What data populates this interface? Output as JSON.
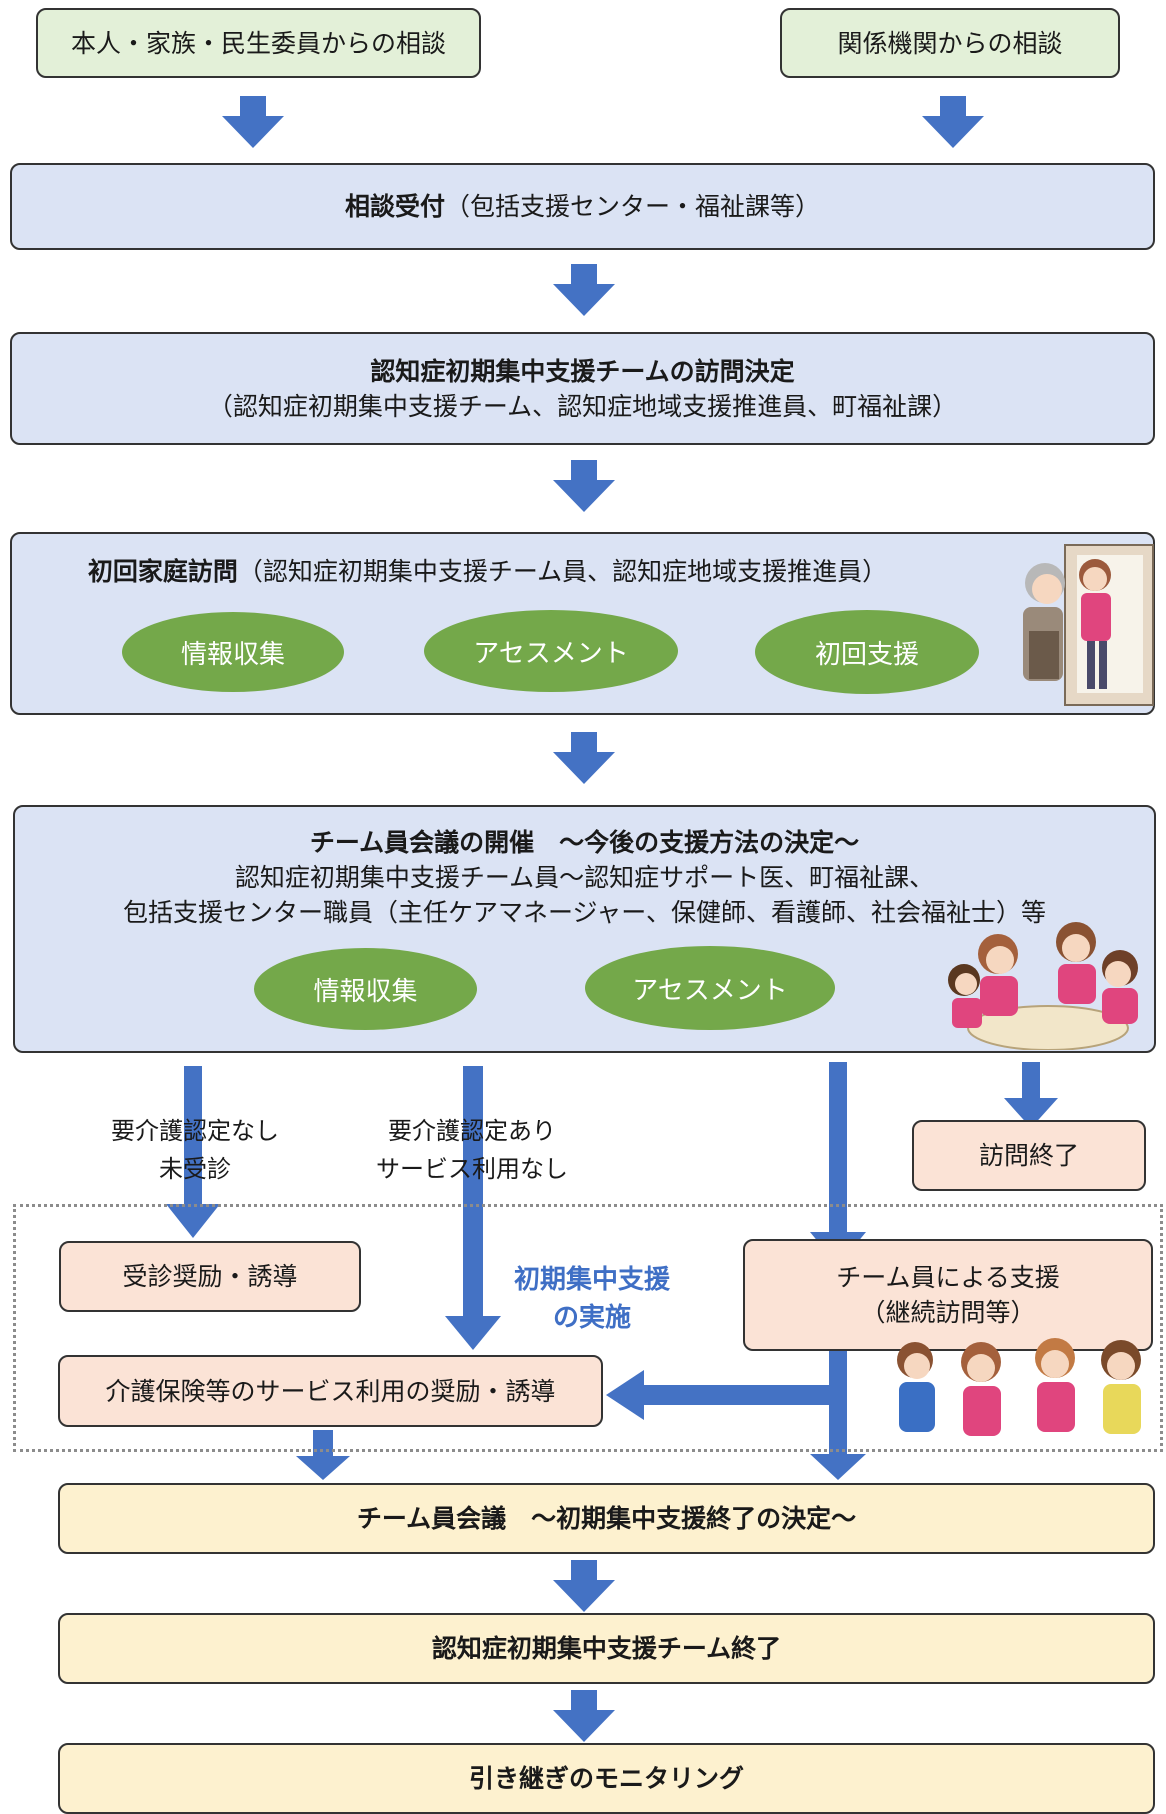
{
  "top": {
    "left_source": "本人・家族・民生委員からの相談",
    "right_source": "関係機関からの相談"
  },
  "intake": {
    "title": "相談受付",
    "detail": "（包括支援センター・福祉課等）"
  },
  "visit_decision": {
    "title": "認知症初期集中支援チームの訪問決定",
    "detail": "（認知症初期集中支援チーム、認知症地域支援推進員、町福祉課）"
  },
  "first_visit": {
    "title": "初回家庭訪問",
    "detail": "（認知症初期集中支援チーム員、認知症地域支援推進員）",
    "pills": [
      "情報収集",
      "アセスメント",
      "初回支援"
    ]
  },
  "team_meeting": {
    "title": "チーム員会議の開催　～今後の支援方法の決定～",
    "line1": "認知症初期集中支援チーム員～認知症サポート医、町福祉課、",
    "line2": "包括支援センター職員（主任ケアマネージャー、保健師、看護師、社会福祉士）等",
    "pills": [
      "情報収集",
      "アセスメント"
    ]
  },
  "branches": {
    "no_cert_line1": "要介護認定なし",
    "no_cert_line2": "未受診",
    "cert_line1": "要介護認定あり",
    "cert_line2": "サービス利用なし",
    "visit_end": "訪問終了"
  },
  "intensive": {
    "label_line1": "初期集中支援",
    "label_line2": "の実施",
    "consult_box": "受診奨励・誘導",
    "service_box": "介護保険等のサービス利用の奨励・誘導",
    "team_support_line1": "チーム員による支援",
    "team_support_line2": "（継続訪問等）"
  },
  "final_meeting": "チーム員会議　～初期集中支援終了の決定～",
  "team_end": "認知症初期集中支援チーム終了",
  "monitoring": "引き継ぎのモニタリング",
  "colors": {
    "arrow": "#4472c4",
    "pill": "#74a84a",
    "green_box": "#e3f0d8",
    "blue_box": "#dbe3f4",
    "pink_box": "#fbe3d6",
    "yellow_box": "#fdf1cf",
    "accent_text": "#3f6fc5"
  }
}
